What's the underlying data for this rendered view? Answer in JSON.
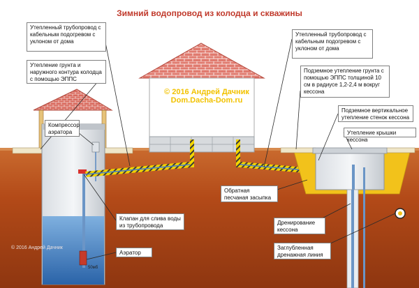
{
  "title": "Зимний водопровод из колодца и скважины",
  "watermark": {
    "line1": "© 2016 Андрей Дачник",
    "line2": "Dom.Dacha-Dom.ru"
  },
  "watermark_small": "© 2016 Андрей Дачник",
  "gauge": "50мб",
  "callouts": {
    "pipe_left": "Утепленный трубопровод с кабельным подогревом с уклоном от дома",
    "insulation_well": "Утепление грунта и наружного контура колодца с помощью ЭППС",
    "compressor": "Компрессор аэратора",
    "drain_valve": "Клапан для слива воды из трубопровода",
    "aerator": "Аэратор",
    "pipe_right": "Утепленный трубопровод с кабельным подогревом с уклоном от дома",
    "underground_insulation": "Подземное утепление грунта с помощью ЭППС толщиной 10 см в радиусе 1,2-2,4 м вокруг кессона",
    "vertical_insulation": "Подземное вертикальное утепление стенок кессона",
    "roof_insulation": "Утепление крышки кессона",
    "backfill": "Обратная песчаная засыпка",
    "caisson_drainage": "Дренирование кессона",
    "deep_drainage": "Заглубленная дренажная линия"
  },
  "colors": {
    "ground": "#b34a18",
    "well_water": "#3f7cc0",
    "roof": "#cf5b5b",
    "pipe_insulation": "#f2d400",
    "sand": "#f2c21b",
    "title": "#c0392b"
  },
  "icons": [
    "house-icon",
    "well-icon",
    "caisson-icon",
    "pipe-icon",
    "aerator-icon",
    "valve-icon"
  ]
}
